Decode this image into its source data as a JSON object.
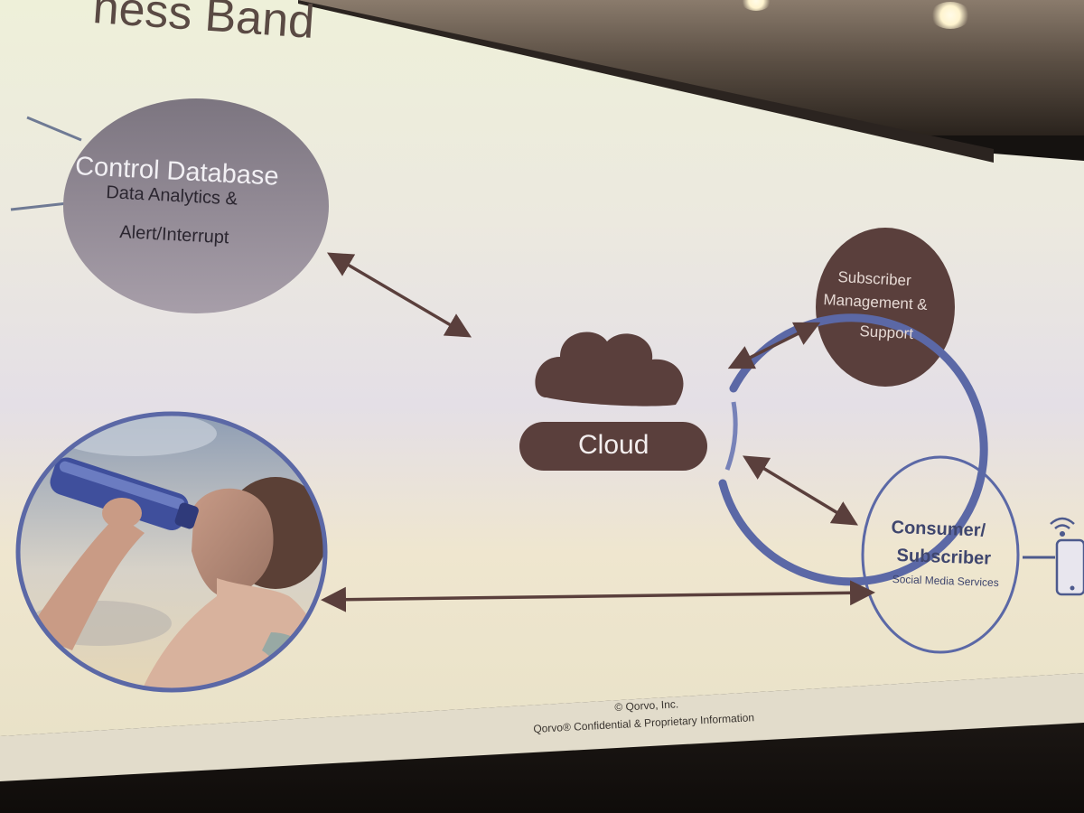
{
  "slide": {
    "title_fragment": "ness Band",
    "control_db": {
      "title": "Control Database",
      "line1": "Data Analytics &",
      "line2": "Alert/Interrupt"
    },
    "subscriber_mgmt": {
      "line1": "Subscriber",
      "line2": "Management &",
      "line3": "Support"
    },
    "cloud_label": "Cloud",
    "consumer": {
      "line1": "Consumer/",
      "line2": "Subscriber",
      "line3": "Social Media Services"
    },
    "footer": {
      "copyright": "© Qorvo, Inc.",
      "confidential": "Qorvo® Confidential & Proprietary Information"
    }
  },
  "colors": {
    "accent_blue": "#5b68a6",
    "dark_brown": "#5a3f3c",
    "mauve": "#8e8491"
  },
  "icons": [
    "cloud-icon",
    "smartphone-icon",
    "wireless-signal-icon"
  ]
}
